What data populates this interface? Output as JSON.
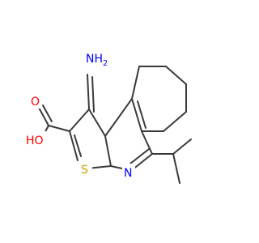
{
  "molecule": {
    "atoms": {
      "amino": {
        "text": "NH",
        "sub": "2",
        "color": "#0000ff"
      },
      "acid_o": {
        "text": "O",
        "color": "#ff0000"
      },
      "acid_oh": {
        "text": "HO",
        "color": "#ff0000"
      },
      "sulfur": {
        "text": "S",
        "color": "#c8a000"
      },
      "ring_n": {
        "text": "N",
        "color": "#0000ff"
      }
    },
    "bond_color": "#3a3a3a"
  }
}
